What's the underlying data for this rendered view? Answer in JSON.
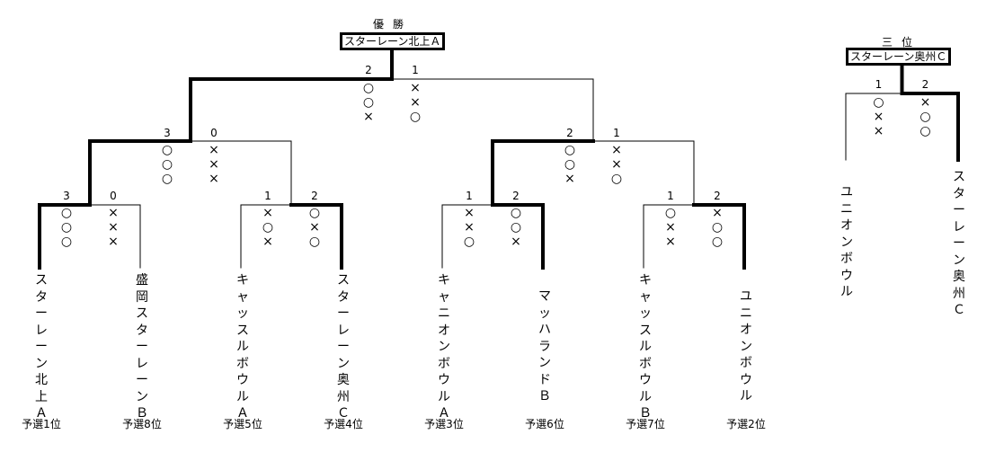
{
  "champion": {
    "title": "優勝",
    "winner": "スターレーン北上Ａ"
  },
  "third_place": {
    "title": "三位",
    "winner": "スターレーン奥州Ｃ"
  },
  "teams": [
    {
      "name": "スターレーン北上Ａ",
      "seed": "予選1位"
    },
    {
      "name": "盛岡スターレーンＢ",
      "seed": "予選8位"
    },
    {
      "name": "キャッスルボウルＡ",
      "seed": "予選5位"
    },
    {
      "name": "スターレーン奥州Ｃ",
      "seed": "予選4位"
    },
    {
      "name": "キャニオンボウルＡ",
      "seed": "予選3位"
    },
    {
      "name": "マッハランドＢ",
      "seed": "予選6位"
    },
    {
      "name": "キャッスルボウルＢ",
      "seed": "予選7位"
    },
    {
      "name": "ユニオンボウル",
      "seed": "予選2位"
    }
  ],
  "third_place_teams": [
    {
      "name": "ユニオンボウル"
    },
    {
      "name": "スターレーン奥州Ｃ"
    }
  ],
  "matches": [
    {
      "id": "r1-1",
      "left": {
        "score": "3",
        "games": [
          "○",
          "○",
          "○"
        ]
      },
      "right": {
        "score": "0",
        "games": [
          "×",
          "×",
          "×"
        ]
      }
    },
    {
      "id": "r1-2",
      "left": {
        "score": "1",
        "games": [
          "×",
          "○",
          "×"
        ]
      },
      "right": {
        "score": "2",
        "games": [
          "○",
          "×",
          "○"
        ]
      }
    },
    {
      "id": "r1-3",
      "left": {
        "score": "1",
        "games": [
          "×",
          "×",
          "○"
        ]
      },
      "right": {
        "score": "2",
        "games": [
          "○",
          "○",
          "×"
        ]
      }
    },
    {
      "id": "r1-4",
      "left": {
        "score": "1",
        "games": [
          "○",
          "×",
          "×"
        ]
      },
      "right": {
        "score": "2",
        "games": [
          "×",
          "○",
          "○"
        ]
      }
    },
    {
      "id": "sf-1",
      "left": {
        "score": "3",
        "games": [
          "○",
          "○",
          "○"
        ]
      },
      "right": {
        "score": "0",
        "games": [
          "×",
          "×",
          "×"
        ]
      }
    },
    {
      "id": "sf-2",
      "left": {
        "score": "2",
        "games": [
          "○",
          "○",
          "×"
        ]
      },
      "right": {
        "score": "1",
        "games": [
          "×",
          "×",
          "○"
        ]
      }
    },
    {
      "id": "final",
      "left": {
        "score": "2",
        "games": [
          "○",
          "○",
          "×"
        ]
      },
      "right": {
        "score": "1",
        "games": [
          "×",
          "×",
          "○"
        ]
      }
    },
    {
      "id": "third",
      "left": {
        "score": "1",
        "games": [
          "○",
          "×",
          "×"
        ]
      },
      "right": {
        "score": "2",
        "games": [
          "×",
          "○",
          "○"
        ]
      }
    }
  ]
}
